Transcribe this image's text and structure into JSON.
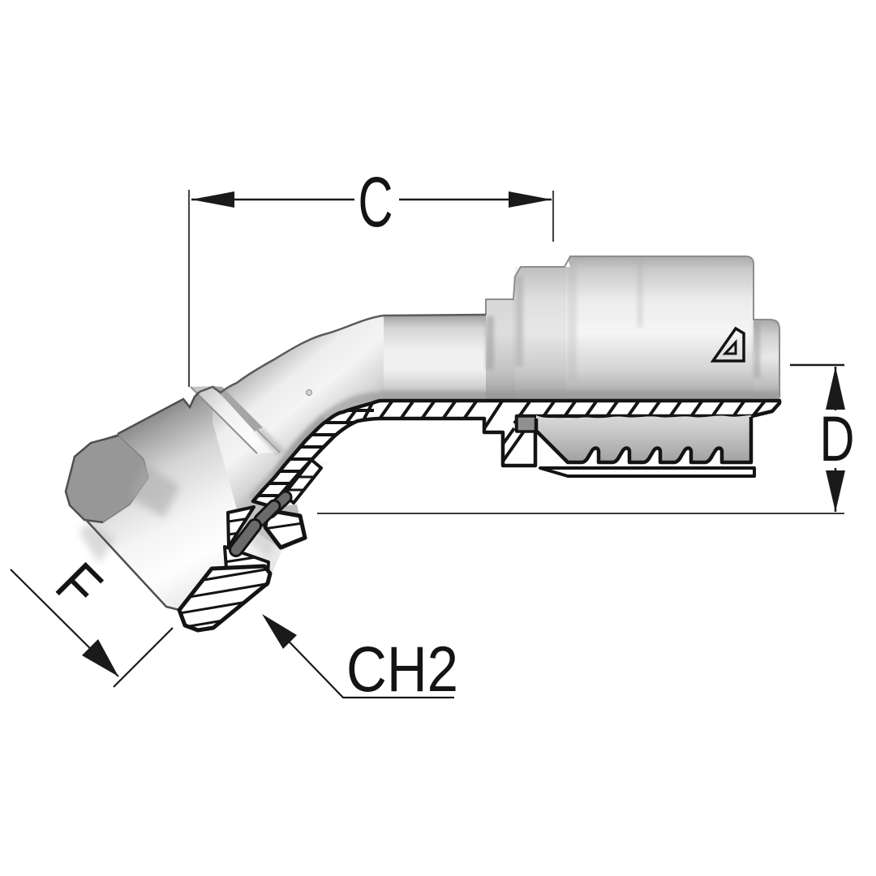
{
  "drawing": {
    "kind": "technical line drawing with shaded render and half section",
    "subject": "45-degree elbow female swivel hydraulic hose fitting with crimp ferrule",
    "background": "#ffffff",
    "labels": {
      "dim_c": "C",
      "dim_d": "D",
      "dim_f": "F",
      "hex_across_flats": "CH2"
    },
    "colors": {
      "ink": "#141414",
      "dimline": "#1a1a1a",
      "extline": "#4a4a4a",
      "bg": "#ffffff",
      "metal_light": "#f8f8f8",
      "metal_mid": "#d8d8d8",
      "metal_dark": "#909090",
      "face_dark": "#979797",
      "section_white": "#ffffff"
    },
    "marks": {
      "logo": "manufacturer-triangle-logo"
    }
  }
}
